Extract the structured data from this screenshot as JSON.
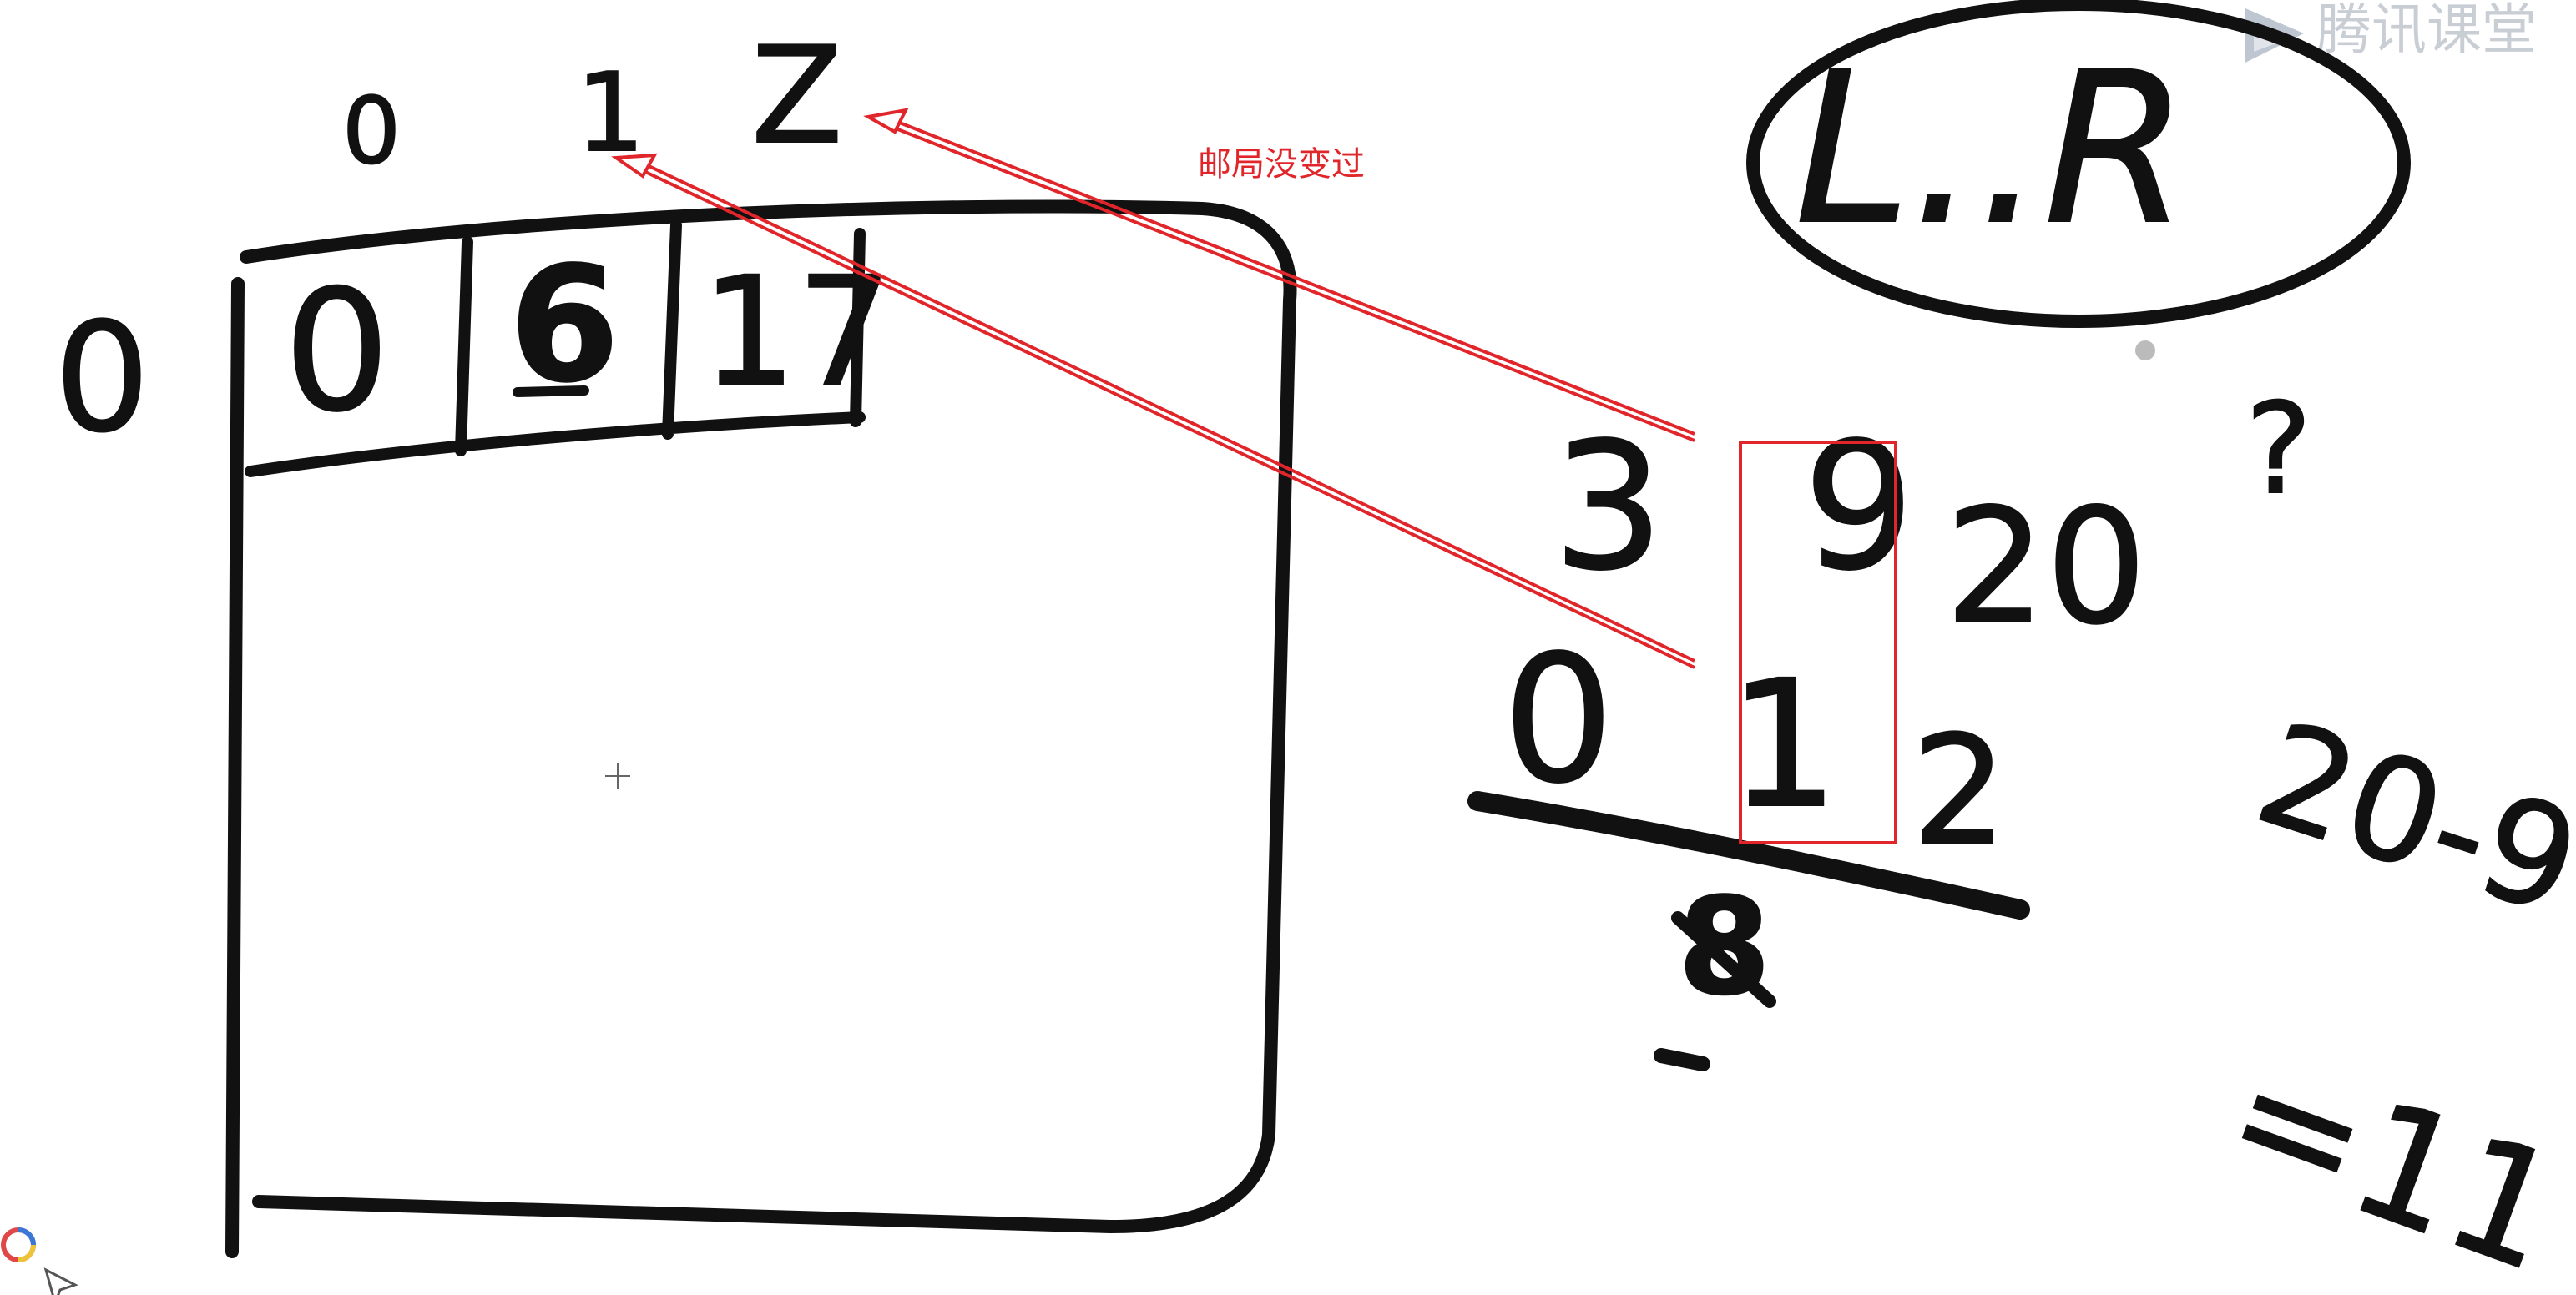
{
  "watermark": {
    "brand_text": "腾讯课堂",
    "icon": "play-logo-icon"
  },
  "annotation": {
    "note": "邮局没变过",
    "color": "#e0262b"
  },
  "table": {
    "col_indices": [
      "0",
      "1",
      "Z"
    ],
    "row_index": "0",
    "cells": [
      "0",
      "6",
      "17"
    ]
  },
  "top_right": {
    "range_label": "L..R"
  },
  "question_mark": "?",
  "positions": {
    "values": [
      "3",
      "9",
      "20"
    ],
    "indices": [
      "0",
      "1",
      "2"
    ],
    "strike_mark": "8"
  },
  "calc": {
    "line1": "20-9",
    "line2": "=11"
  },
  "tools": {
    "colors_icon": "color-wheel-icon",
    "pointer_icon": "cursor-arrow-icon"
  }
}
